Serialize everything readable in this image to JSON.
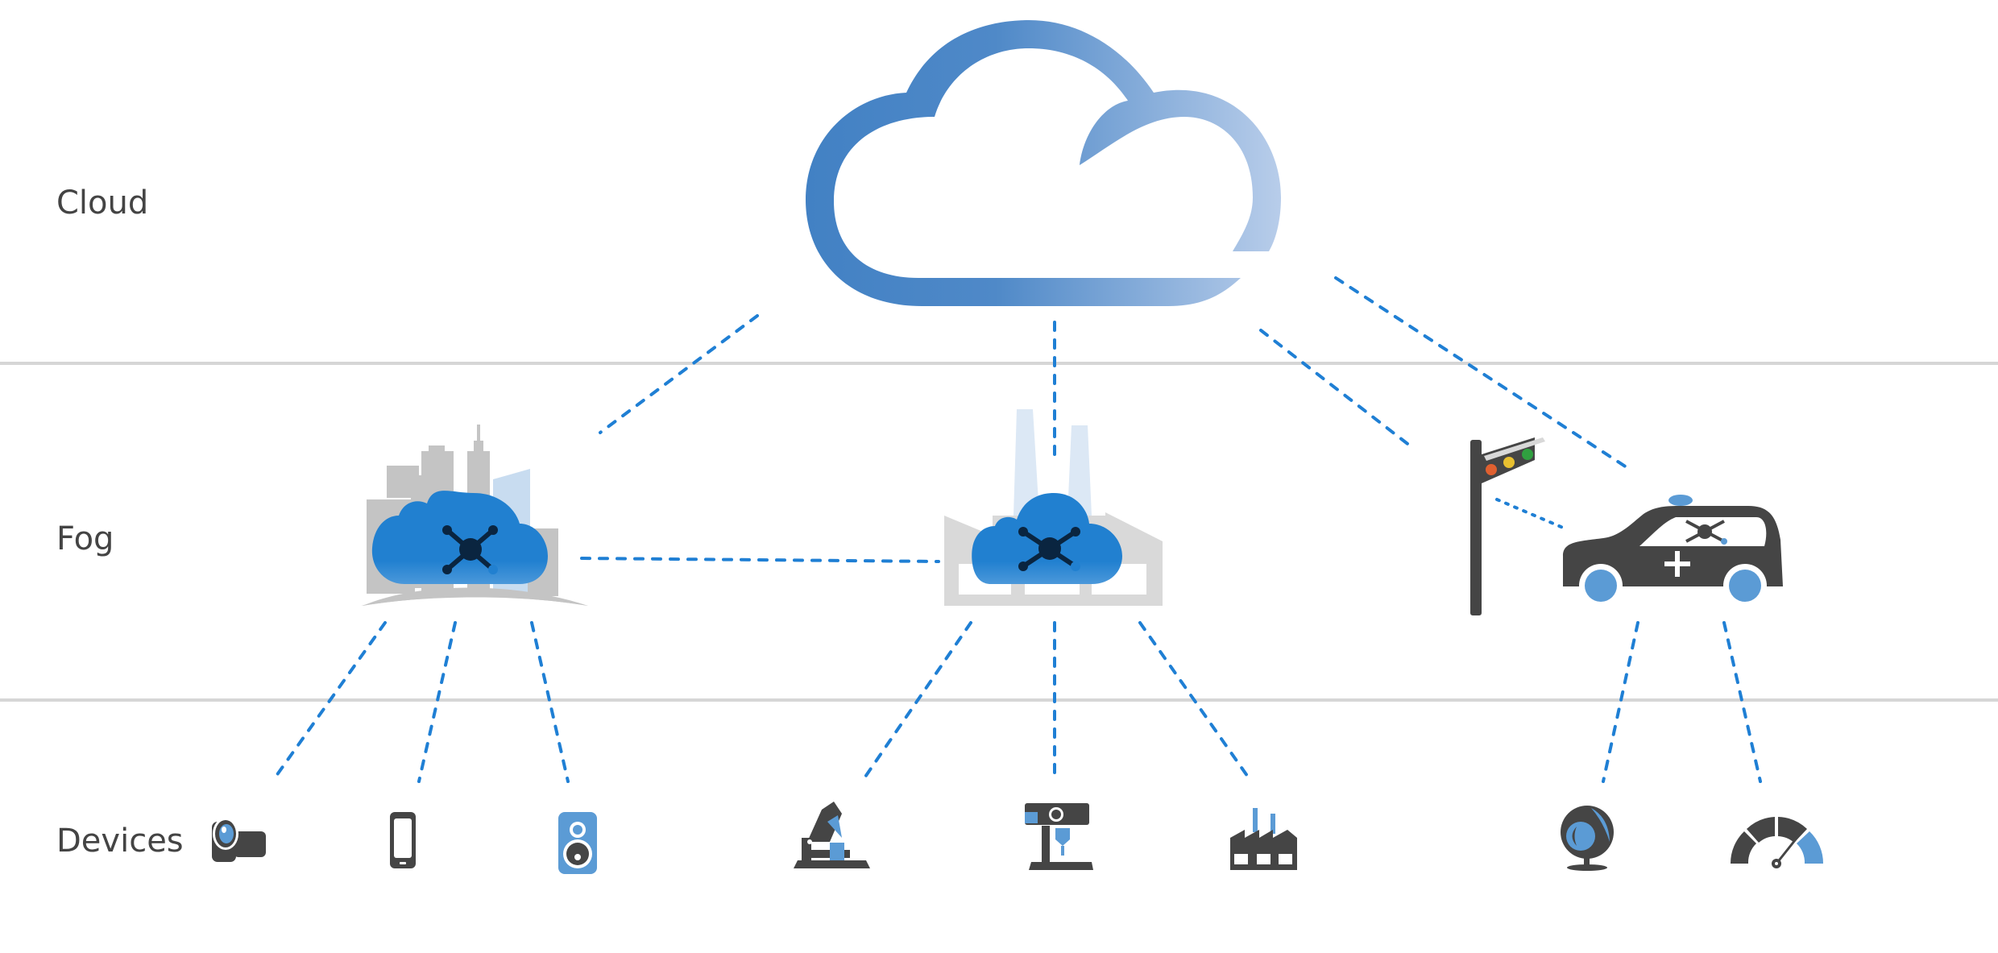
{
  "diagram": {
    "title": "Cloud-Fog-Devices architecture",
    "layers": [
      {
        "id": "cloud",
        "label": "Cloud"
      },
      {
        "id": "fog",
        "label": "Fog"
      },
      {
        "id": "devices",
        "label": "Devices"
      }
    ],
    "colors": {
      "link": "#1f7fd4",
      "cloud_gradient_start": "#4281c4",
      "cloud_gradient_end": "#b3c9e9",
      "fog_node": "#2180d0",
      "icon_dark": "#454545",
      "icon_accent": "#5b9bd5",
      "divider": "#d6d6d6",
      "label_text": "#444444"
    },
    "cloud_node": {
      "name": "cloud",
      "icon": "cloud-outline-icon"
    },
    "fog_nodes": [
      {
        "name": "smart-city-fog-node",
        "icon": "city-fog-icon"
      },
      {
        "name": "factory-fog-node",
        "icon": "factory-fog-icon"
      },
      {
        "name": "vehicle-fog-node",
        "icon": "connected-car-icon"
      }
    ],
    "fog_extras": [
      {
        "name": "traffic-light",
        "icon": "traffic-light-icon"
      }
    ],
    "devices": [
      {
        "name": "camcorder",
        "icon": "camcorder-icon",
        "fog": "smart-city-fog-node"
      },
      {
        "name": "smartphone",
        "icon": "smartphone-icon",
        "fog": "smart-city-fog-node"
      },
      {
        "name": "speaker",
        "icon": "speaker-icon",
        "fog": "smart-city-fog-node"
      },
      {
        "name": "miter-saw",
        "icon": "miter-saw-icon",
        "fog": "factory-fog-node"
      },
      {
        "name": "drill-press",
        "icon": "drill-press-icon",
        "fog": "factory-fog-node"
      },
      {
        "name": "factory",
        "icon": "factory-icon",
        "fog": "factory-fog-node"
      },
      {
        "name": "webcam",
        "icon": "webcam-icon",
        "fog": "vehicle-fog-node"
      },
      {
        "name": "speedometer",
        "icon": "speedometer-gauge-icon",
        "fog": "vehicle-fog-node"
      }
    ]
  }
}
